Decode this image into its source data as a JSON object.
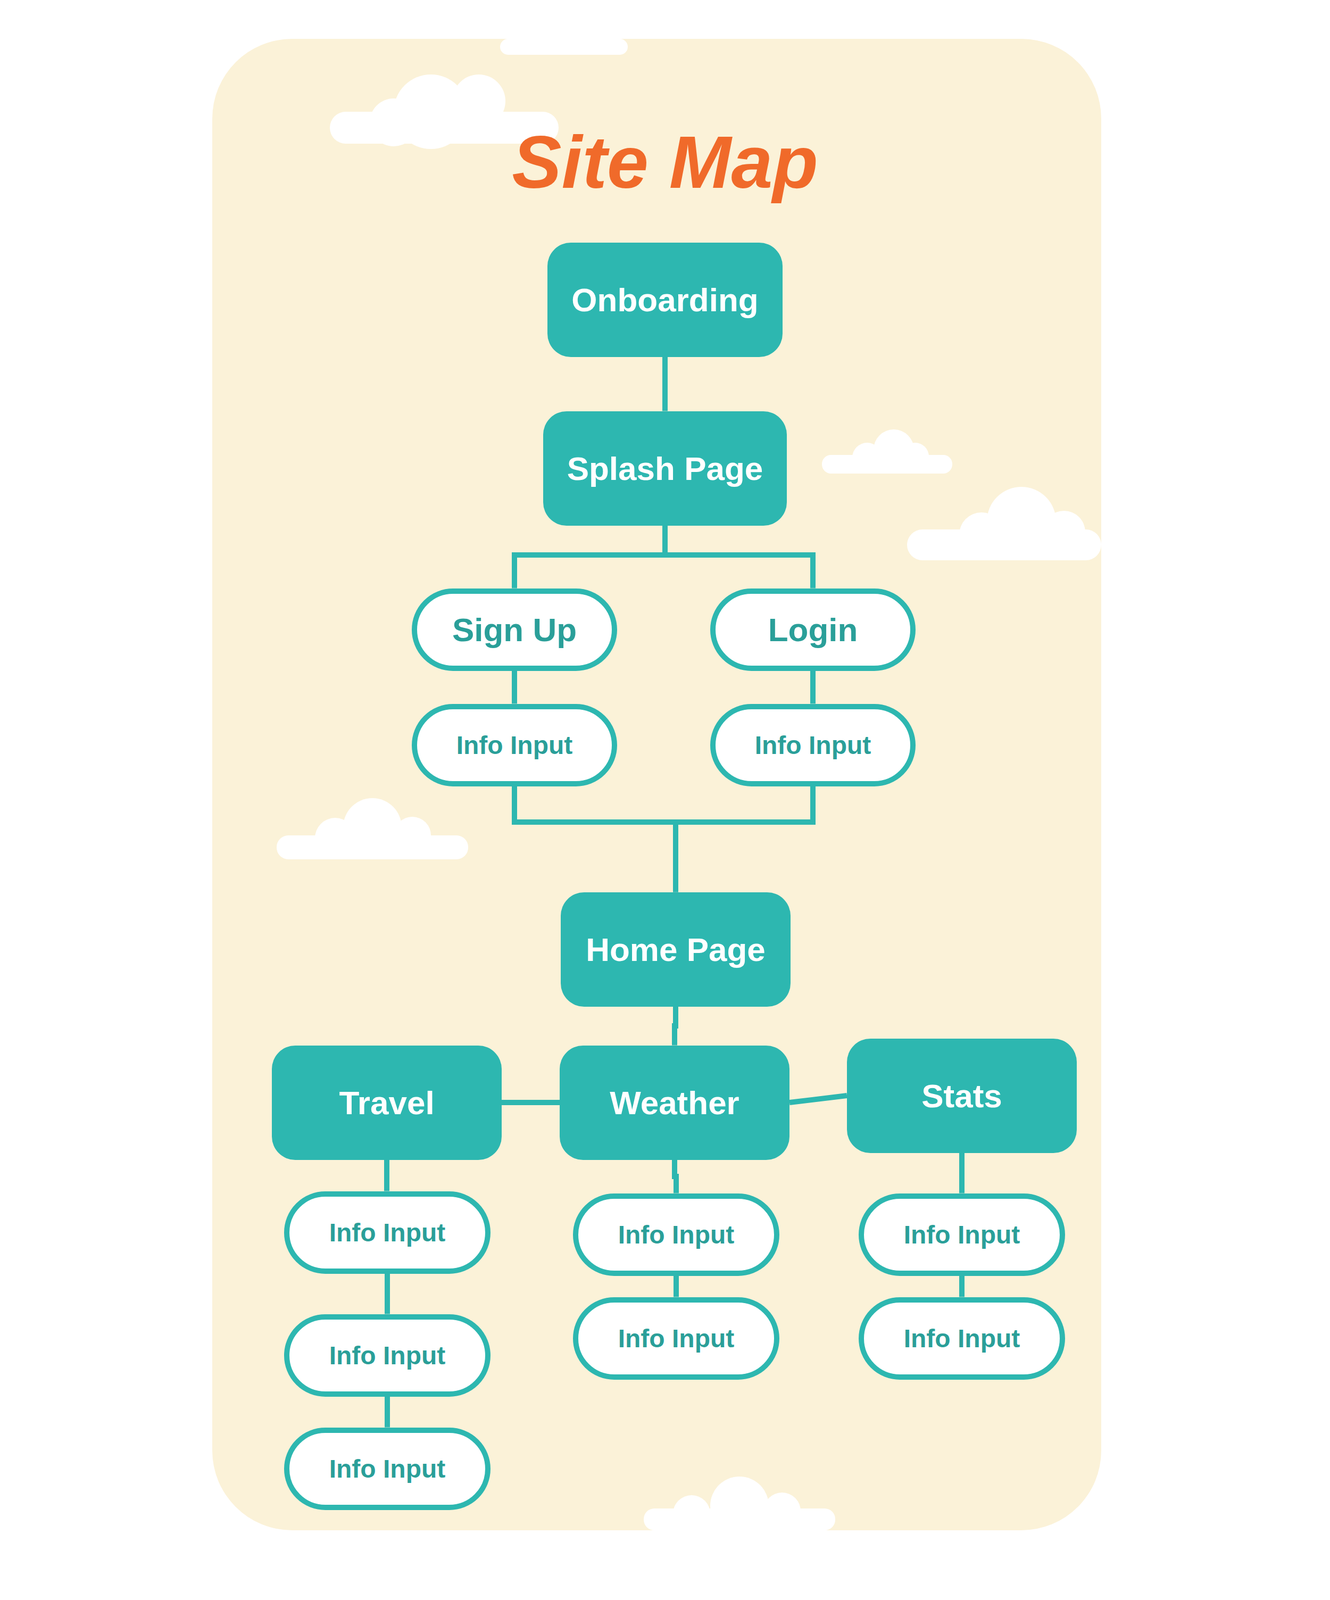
{
  "diagram": {
    "title": "Site Map",
    "nodes": [
      {
        "text": [
          "Onboarding"
        ]
      },
      {
        "text": [
          "Splash Page"
        ]
      },
      {
        "text": [
          "Sign Up"
        ]
      },
      {
        "text": [
          "Login"
        ]
      },
      {
        "text": [
          "Info Input"
        ]
      },
      {
        "text": [
          "Info Input"
        ]
      },
      {
        "text": [
          "Home Page"
        ]
      },
      {
        "text": [
          "Travel"
        ]
      },
      {
        "text": [
          "Weather"
        ]
      },
      {
        "text": [
          "Stats"
        ]
      },
      {
        "text": [
          "Info Input"
        ]
      },
      {
        "text": [
          "Info Input"
        ]
      },
      {
        "text": [
          "Info Input"
        ]
      },
      {
        "text": [
          "Info Input"
        ]
      },
      {
        "text": [
          "Info Input"
        ]
      },
      {
        "text": [
          "Info Input"
        ]
      },
      {
        "text": [
          "Info Input"
        ]
      }
    ],
    "edges": [
      {
        "from": 0,
        "to": 1,
        "arrow": "none"
      },
      {
        "from": 1,
        "to": 2,
        "arrow": "none"
      },
      {
        "from": 1,
        "to": 3,
        "arrow": "none"
      },
      {
        "from": 2,
        "to": 4,
        "arrow": "none"
      },
      {
        "from": 3,
        "to": 5,
        "arrow": "none"
      },
      {
        "from": 4,
        "to": 6,
        "arrow": "none"
      },
      {
        "from": 5,
        "to": 6,
        "arrow": "none"
      },
      {
        "from": 6,
        "to": 8,
        "arrow": "none"
      },
      {
        "from": 7,
        "to": 8,
        "arrow": "none"
      },
      {
        "from": 8,
        "to": 9,
        "arrow": "none"
      },
      {
        "from": 7,
        "to": 10,
        "arrow": "none"
      },
      {
        "from": 10,
        "to": 13,
        "arrow": "none"
      },
      {
        "from": 13,
        "to": 16,
        "arrow": "none"
      },
      {
        "from": 8,
        "to": 11,
        "arrow": "none"
      },
      {
        "from": 11,
        "to": 14,
        "arrow": "none"
      },
      {
        "from": 9,
        "to": 12,
        "arrow": "none"
      },
      {
        "from": 12,
        "to": 15,
        "arrow": "none"
      }
    ]
  }
}
